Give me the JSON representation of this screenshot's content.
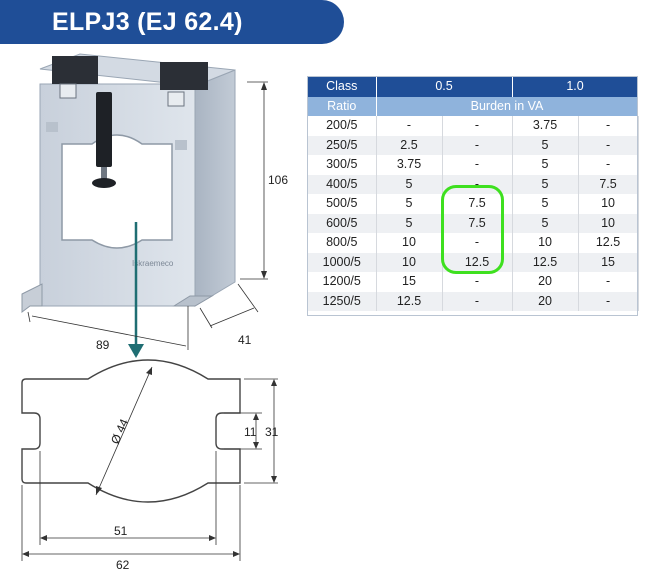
{
  "header": {
    "title": "ELPJ3 (EJ 62.4)"
  },
  "product_image": {
    "brand": "Iskraemeco",
    "dims": {
      "height": "106",
      "width": "89",
      "depth": "41"
    }
  },
  "profile_drawing": {
    "diameter": "Ø 44",
    "outer_height": "31",
    "notch_height": "11",
    "inner_width": "51",
    "outer_width": "62"
  },
  "spec_table": {
    "col_class": "Class",
    "class_a": "0.5",
    "class_b": "1.0",
    "col_ratio": "Ratio",
    "burden_label": "Burden in VA",
    "rows": [
      [
        "200/5",
        "-",
        "-",
        "3.75",
        "-"
      ],
      [
        "250/5",
        "2.5",
        "-",
        "5",
        "-"
      ],
      [
        "300/5",
        "3.75",
        "-",
        "5",
        "-"
      ],
      [
        "400/5",
        "5",
        "-",
        "5",
        "7.5"
      ],
      [
        "500/5",
        "5",
        "7.5",
        "5",
        "10"
      ],
      [
        "600/5",
        "5",
        "7.5",
        "5",
        "10"
      ],
      [
        "800/5",
        "10",
        "-",
        "10",
        "12.5"
      ],
      [
        "1000/5",
        "10",
        "12.5",
        "12.5",
        "15"
      ],
      [
        "1200/5",
        "15",
        "-",
        "20",
        "-"
      ],
      [
        "1250/5",
        "12.5",
        "-",
        "20",
        "-"
      ]
    ]
  },
  "colors": {
    "title_bar": "#1f4e97",
    "table_header": "#1f4e97",
    "table_subheader": "#8fb3dc",
    "highlight": "#3ee01f",
    "arrow": "#1f6e73"
  }
}
